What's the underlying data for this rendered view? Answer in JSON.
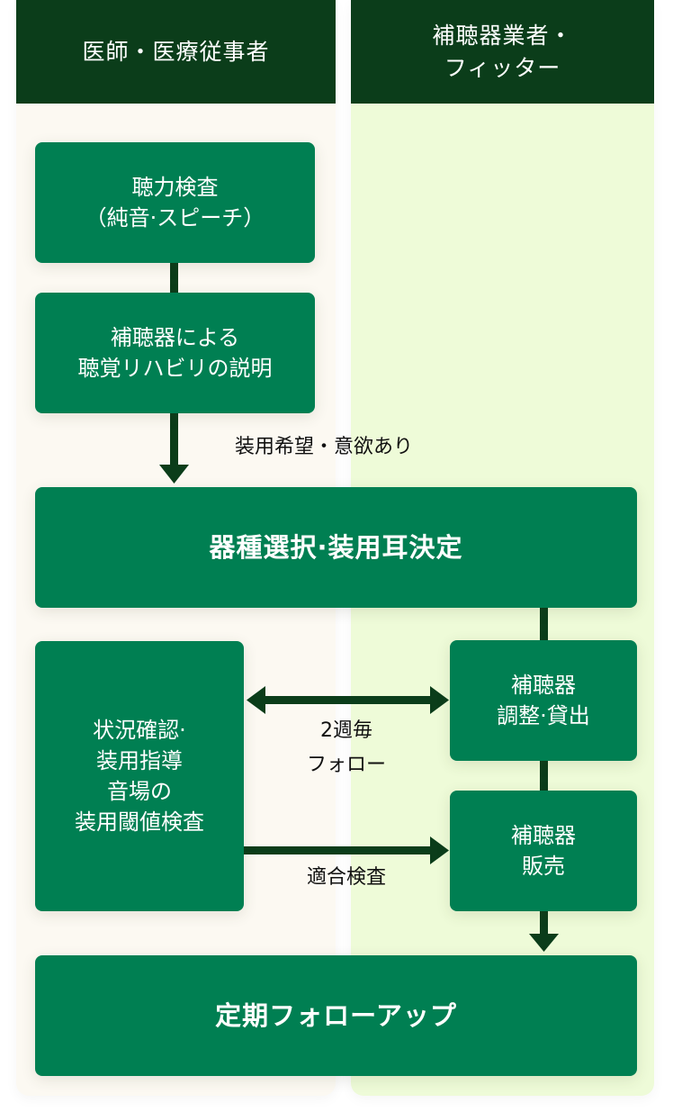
{
  "columns": {
    "left_header": "医師・医療従事者",
    "right_header": "補聴器業者・\nフィッター"
  },
  "steps": {
    "hearing_test": "聴力検査\n（純音·スピーチ）",
    "explanation": "補聴器による\n聴覚リハビリの説明",
    "selection": "器種選択·装用耳決定",
    "status_check": "状況確認·\n装用指導\n音場の\n装用閾値検査",
    "adjustment": "補聴器\n調整·貸出",
    "sale": "補聴器\n販売",
    "followup": "定期フォローアップ"
  },
  "labels": {
    "desire": "装用希望・意欲あり",
    "biweekly": "2週毎\nフォロー",
    "fitting_test": "適合検査"
  },
  "colors": {
    "header": "#0b3d1a",
    "box": "#007f52",
    "arrow": "#0b3d1a",
    "left_bg": "#fcf9f2",
    "right_bg": "#eefbd8"
  }
}
